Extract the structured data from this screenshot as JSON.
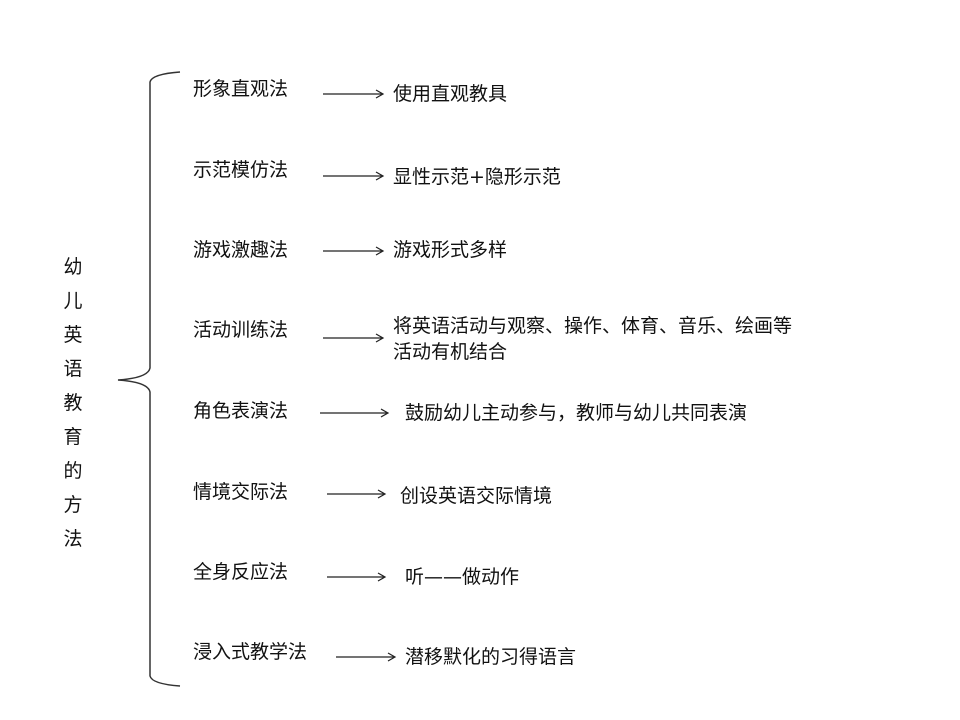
{
  "title": "幼儿英语教育的方法",
  "rows": [
    {
      "method": "形象直观法",
      "result": "使用直观教具"
    },
    {
      "method": "示范模仿法",
      "result": "显性示范+隐形示范"
    },
    {
      "method": "游戏激趣法",
      "result": "游戏形式多样"
    },
    {
      "method": "活动训练法",
      "result": "将英语活动与观察、操作、体育、音乐、绘画等",
      "result2": "活动有机结合"
    },
    {
      "method": "角色表演法",
      "result": "鼓励幼儿主动参与，教师与幼儿共同表演"
    },
    {
      "method": "情境交际法",
      "result": "创设英语交际情境"
    },
    {
      "method": "全身反应法",
      "result": "听——做动作"
    },
    {
      "method": "浸入式教学法",
      "result": "潜移默化的习得语言"
    }
  ]
}
